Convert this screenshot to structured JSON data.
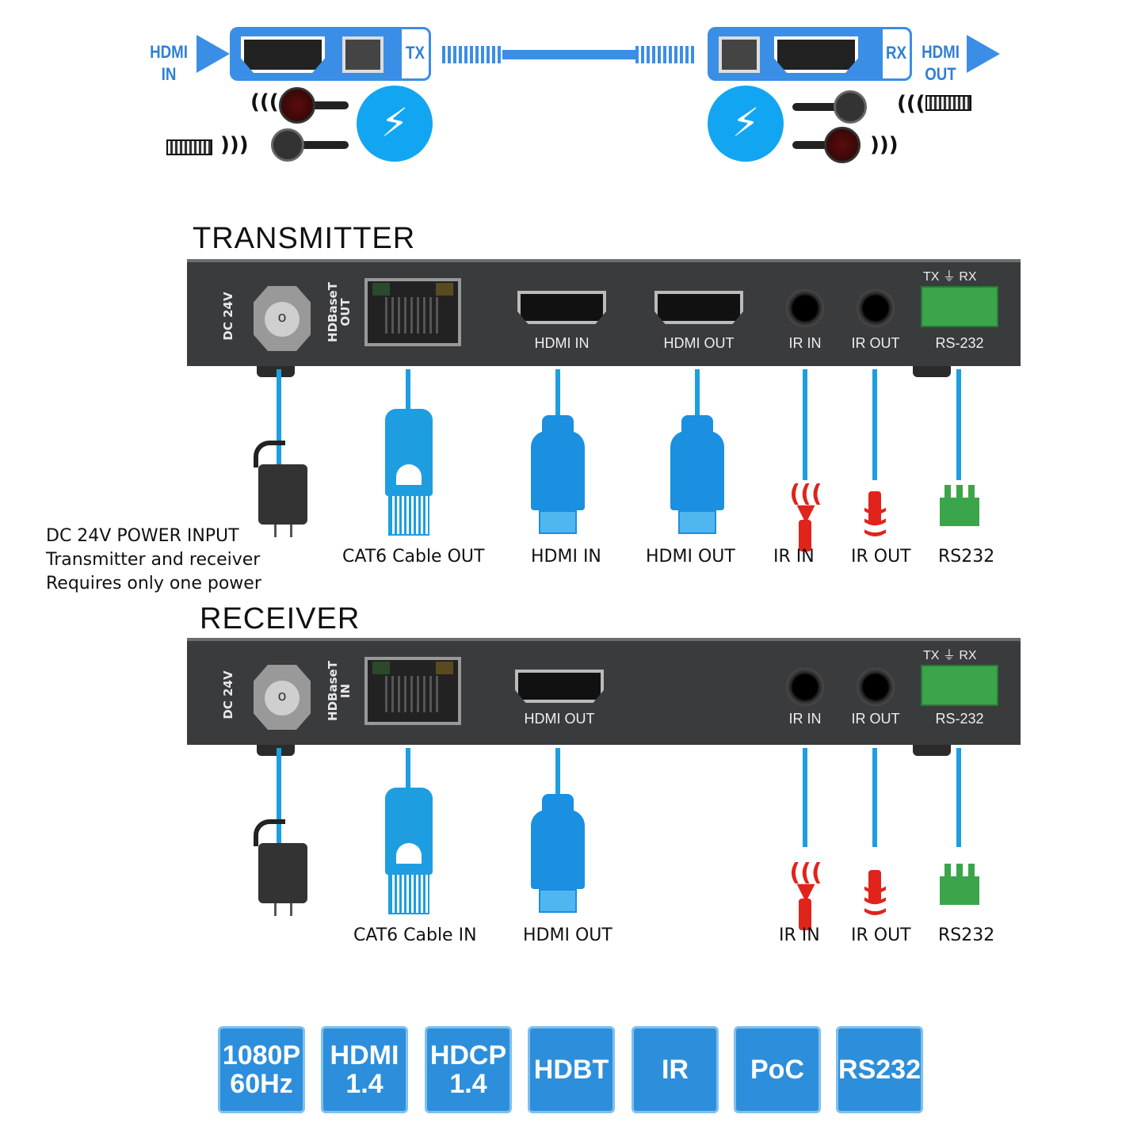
{
  "top_diagram": {
    "tx_input_label": "HDMI\nIN",
    "tx_unit_label": "TX",
    "rx_unit_label": "RX",
    "rx_output_label": "HDMI\nOUT"
  },
  "transmitter": {
    "title": "TRANSMITTER",
    "panel": {
      "dc_label": "DC 24V",
      "hdbaset_label": "HDBaseT\nOUT",
      "ports": [
        "HDMI IN",
        "HDMI OUT",
        "IR IN",
        "IR OUT",
        "RS-232"
      ],
      "terminal_label": "TX ⏚ RX"
    },
    "captions": [
      "CAT6 Cable OUT",
      "HDMI IN",
      "HDMI OUT",
      "IR IN",
      "IR OUT",
      "RS232"
    ],
    "power_note": [
      "DC 24V POWER INPUT",
      "Transmitter and receiver",
      "Requires only one power"
    ]
  },
  "receiver": {
    "title": "RECEIVER",
    "panel": {
      "dc_label": "DC 24V",
      "hdbaset_label": "HDBaseT\nIN",
      "ports": [
        "HDMI OUT",
        "IR IN",
        "IR OUT",
        "RS-232"
      ],
      "terminal_label": "TX ⏚ RX"
    },
    "captions": [
      "CAT6 Cable IN",
      "HDMI OUT",
      "IR IN",
      "IR OUT",
      "RS232"
    ]
  },
  "badges": [
    "1080P\n60Hz",
    "HDMI\n1.4",
    "HDCP\n1.4",
    "HDBT",
    "IR",
    "PoC",
    "RS232"
  ],
  "colors": {
    "accent": "#2d8fdb",
    "cable": "#1e9ee0",
    "panel": "#3a3b3d",
    "ir": "#e0241b",
    "terminal": "#3aa54a"
  }
}
